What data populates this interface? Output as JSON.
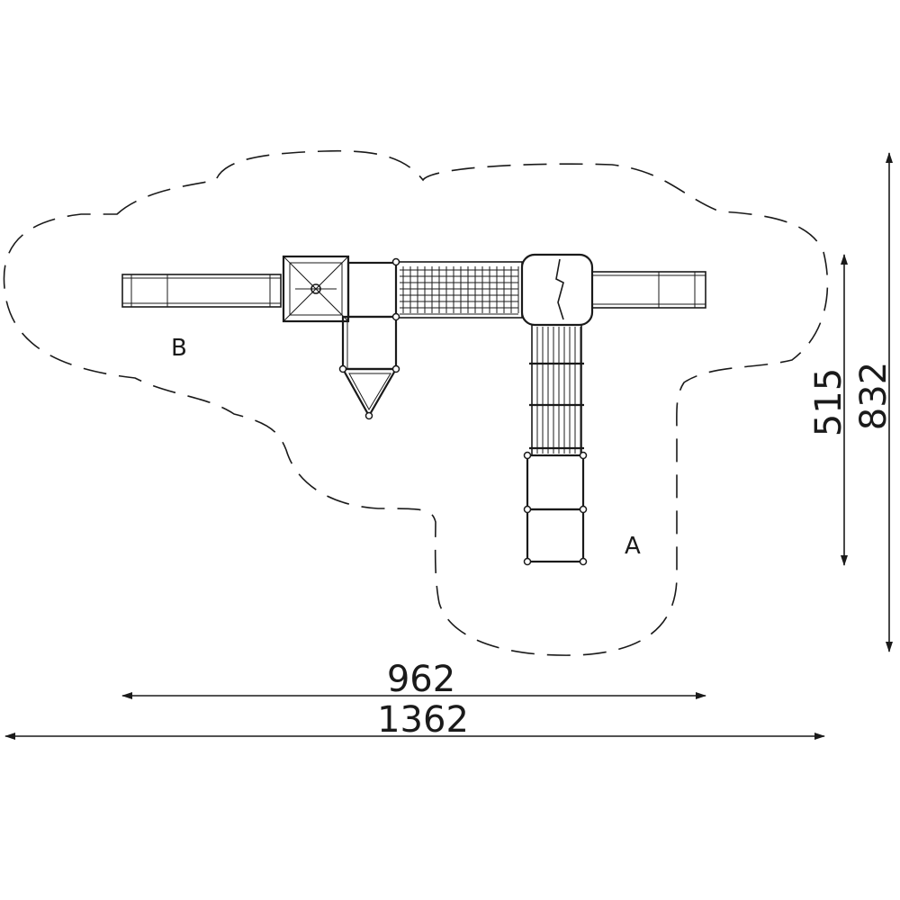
{
  "dimensions": {
    "width_inner": "962",
    "width_outer": "1362",
    "depth_inner": "515",
    "depth_outer": "832"
  },
  "zones": {
    "a": "A",
    "b": "B"
  },
  "colors": {
    "line": "#1a1a1a",
    "background": "#ffffff"
  }
}
